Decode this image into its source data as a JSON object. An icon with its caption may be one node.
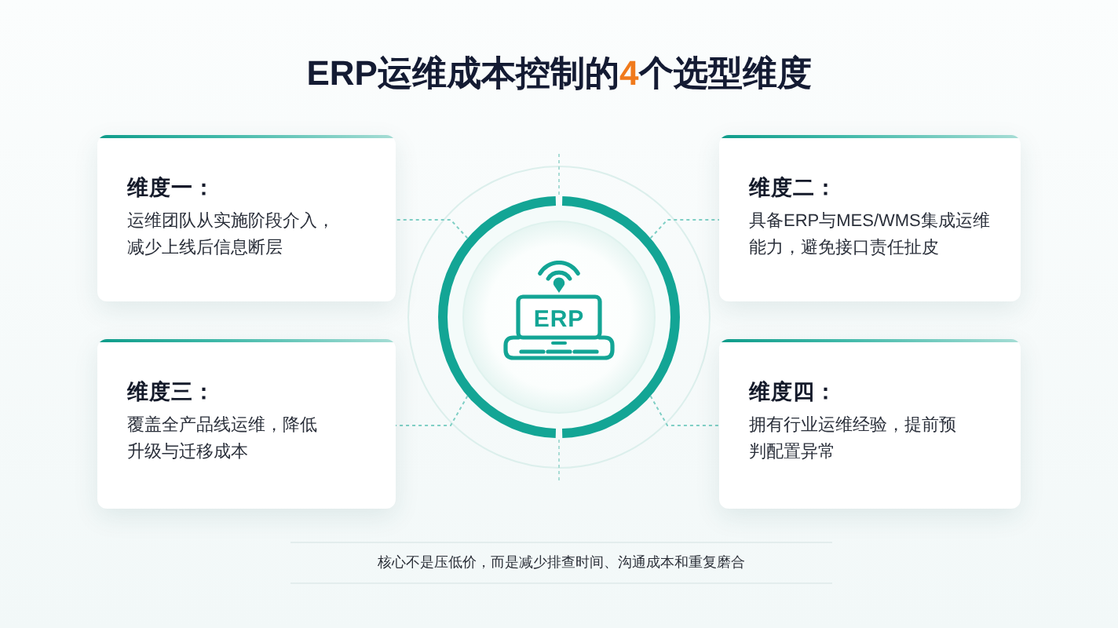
{
  "diagram": {
    "title": "ERP运维成本控制的**4**个选型维度",
    "caption": "核心不是压低价，而是减少排查时间、沟通成本和重复磨合",
    "nodes": [
      {
        "text": [
          "维度一：",
          "运维团队从实施阶段介入，减少上线后信息断层"
        ]
      },
      {
        "text": [
          "ERP"
        ]
      },
      {
        "text": [
          "维度二：",
          "具备ERP与MES/WMS集成运维能力，避免接口责任扯皮"
        ]
      },
      {
        "text": [
          "维度三：",
          "覆盖全产品线运维，降低升级与迁移成本"
        ]
      },
      {
        "text": [
          "维度四：",
          "拥有行业运维经验，提前预判配置异常"
        ]
      }
    ],
    "edges": [
      {
        "from": 1,
        "to": 0,
        "arrow": "none",
        "style": "dashed"
      },
      {
        "from": 1,
        "to": 2,
        "arrow": "none",
        "style": "dashed"
      },
      {
        "from": 1,
        "to": 3,
        "arrow": "none",
        "style": "dashed"
      },
      {
        "from": 1,
        "to": 4,
        "arrow": "none",
        "style": "dashed"
      }
    ]
  }
}
